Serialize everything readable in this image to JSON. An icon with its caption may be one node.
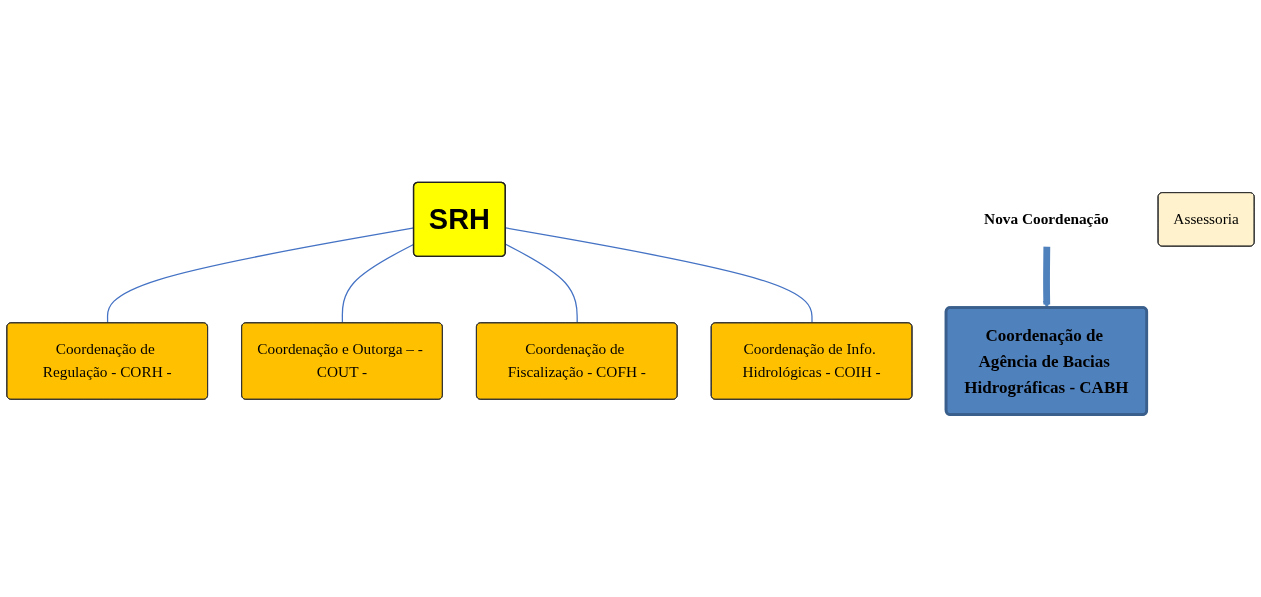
{
  "diagram": {
    "nodes": [
      {
        "text": [
          "SRH"
        ]
      },
      {
        "text": [
          "Nova Coordenação"
        ]
      },
      {
        "text": [
          "Coordenação de Agência de Bacias Hidrográficas - CABH"
        ]
      },
      {
        "text": [
          "Assessoria"
        ]
      },
      {
        "text": [
          "Coordenação de Regulação - CORH -"
        ]
      },
      {
        "text": [
          "Coordenação e Outorga – - COUT -"
        ]
      },
      {
        "text": [
          "Coordenação de Fiscalização - COFH -"
        ]
      },
      {
        "text": [
          "Coordenação de Info. Hidrológicas - COIH -"
        ]
      }
    ],
    "edges": [
      {
        "from": 1,
        "to": 2,
        "arrow": "to",
        "style": "thick",
        "color": "#4f81bd"
      },
      {
        "from": 0,
        "to": 4,
        "arrow": "none"
      },
      {
        "from": 0,
        "to": 5,
        "arrow": "none"
      },
      {
        "from": 0,
        "to": 6,
        "arrow": "none"
      },
      {
        "from": 0,
        "to": 7,
        "arrow": "none"
      }
    ]
  }
}
